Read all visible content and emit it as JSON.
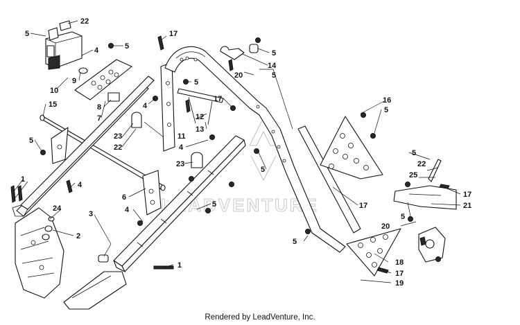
{
  "diagram": {
    "watermark": "LEADVENTURE",
    "footer": "Rendered by LeadVenture, Inc.",
    "callouts": [
      "1",
      "2",
      "3",
      "4",
      "5",
      "6",
      "7",
      "8",
      "9",
      "10",
      "11",
      "12",
      "13",
      "14",
      "15",
      "16",
      "17",
      "18",
      "19",
      "20",
      "21",
      "22",
      "23",
      "24",
      "25"
    ]
  }
}
